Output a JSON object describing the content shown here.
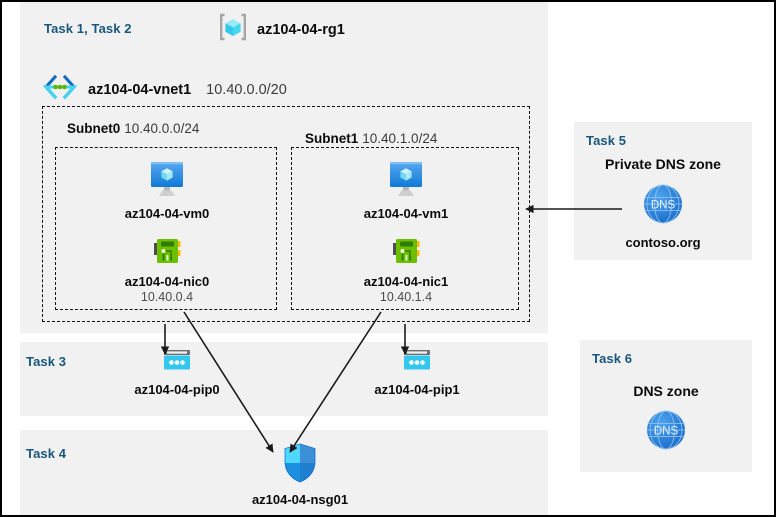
{
  "diagram": {
    "resource_group": {
      "tasks_label": "Task 1, Task 2",
      "name": "az104-04-rg1",
      "icon": "resource-group-icon"
    },
    "vnet": {
      "name": "az104-04-vnet1",
      "cidr": "10.40.0.0/20",
      "icon": "virtual-network-icon"
    },
    "subnets": [
      {
        "name": "Subnet0",
        "cidr": "10.40.0.0/24",
        "vm": {
          "name": "az104-04-vm0",
          "icon": "virtual-machine-icon"
        },
        "nic": {
          "name": "az104-04-nic0",
          "private_ip": "10.40.0.4",
          "icon": "network-interface-icon"
        }
      },
      {
        "name": "Subnet1",
        "cidr": "10.40.1.0/24",
        "vm": {
          "name": "az104-04-vm1",
          "icon": "virtual-machine-icon"
        },
        "nic": {
          "name": "az104-04-nic1",
          "private_ip": "10.40.1.4",
          "icon": "network-interface-icon"
        }
      }
    ],
    "task3": {
      "label": "Task 3",
      "public_ips": [
        {
          "name": "az104-04-pip0",
          "icon": "public-ip-address-icon"
        },
        {
          "name": "az104-04-pip1",
          "icon": "public-ip-address-icon"
        }
      ]
    },
    "task4": {
      "label": "Task 4",
      "nsg": {
        "name": "az104-04-nsg01",
        "icon": "network-security-group-icon"
      }
    },
    "task5": {
      "label": "Task 5",
      "heading": "Private DNS zone",
      "zone_name": "contoso.org",
      "icon": "dns-zone-icon"
    },
    "task6": {
      "label": "Task 6",
      "heading": "DNS zone",
      "icon": "dns-zone-icon"
    },
    "colors": {
      "task_label": "#19567c",
      "panel_background": "#f1f1f1",
      "canvas_background": "#ffffff",
      "azure_blue": "#0078d4",
      "cyan": "#32c8ed",
      "nic_green": "#57a300",
      "connector": "#1a1a1a"
    }
  }
}
